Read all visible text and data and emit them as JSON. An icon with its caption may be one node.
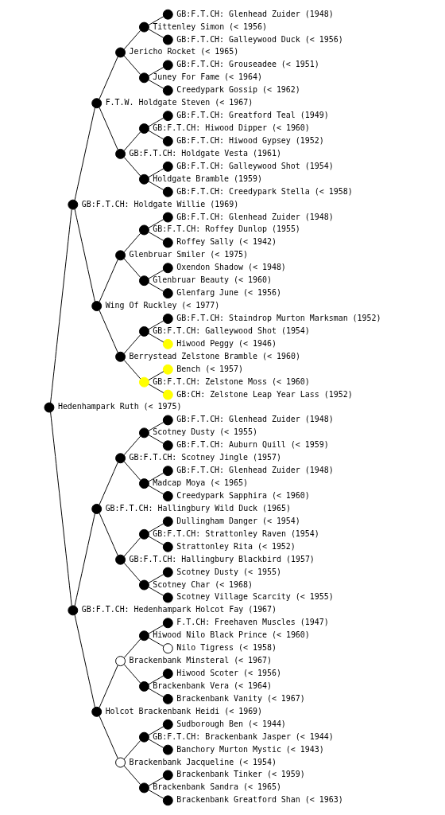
{
  "diagram": {
    "nodes": [
      {
        "text": [],
        "shape": "circle",
        "beside": [
          "GB:F.T.CH: Glenhead Zuider (1948)"
        ]
      },
      {
        "text": [],
        "shape": "circle",
        "beside": [
          "Tittenley Simon (< 1956)"
        ]
      },
      {
        "text": [],
        "shape": "circle",
        "beside": [
          "GB:F.T.CH: Galleywood Duck (< 1956)"
        ]
      },
      {
        "text": [],
        "shape": "circle",
        "beside": [
          "Jericho Rocket (< 1965)"
        ]
      },
      {
        "text": [],
        "shape": "circle",
        "beside": [
          "GB:F.T.CH: Grouseadee (< 1951)"
        ]
      },
      {
        "text": [],
        "shape": "circle",
        "beside": [
          "Juney For Fame (< 1964)"
        ]
      },
      {
        "text": [],
        "shape": "circle",
        "beside": [
          "Creedypark Gossip (< 1962)"
        ]
      },
      {
        "text": [],
        "shape": "circle",
        "beside": [
          "F.T.W. Holdgate Steven (< 1967)"
        ]
      },
      {
        "text": [],
        "shape": "circle",
        "beside": [
          "GB:F.T.CH: Greatford Teal (1949)"
        ]
      },
      {
        "text": [],
        "shape": "circle",
        "beside": [
          "GB:F.T.CH: Hiwood Dipper (< 1960)"
        ]
      },
      {
        "text": [],
        "shape": "circle",
        "beside": [
          "GB:F.T.CH: Hiwood Gypsey (1952)"
        ]
      },
      {
        "text": [],
        "shape": "circle",
        "beside": [
          "GB:F.T.CH: Holdgate Vesta (1961)"
        ]
      },
      {
        "text": [],
        "shape": "circle",
        "beside": [
          "GB:F.T.CH: Galleywood Shot (1954)"
        ]
      },
      {
        "text": [],
        "shape": "circle",
        "beside": [
          "Holdgate Bramble (1959)"
        ]
      },
      {
        "text": [],
        "shape": "circle",
        "beside": [
          "GB:F.T.CH: Creedypark Stella (< 1958)"
        ]
      },
      {
        "text": [],
        "shape": "circle",
        "beside": [
          "GB:F.T.CH: Holdgate Willie (1969)"
        ]
      },
      {
        "text": [],
        "shape": "circle",
        "beside": [
          "GB:F.T.CH: Glenhead Zuider (1948)"
        ]
      },
      {
        "text": [],
        "shape": "circle",
        "beside": [
          "GB:F.T.CH: Roffey Dunlop (1955)"
        ]
      },
      {
        "text": [],
        "shape": "circle",
        "beside": [
          "Roffey Sally (< 1942)"
        ]
      },
      {
        "text": [],
        "shape": "circle",
        "beside": [
          "Glenbruar Smiler (< 1975)"
        ]
      },
      {
        "text": [],
        "shape": "circle",
        "beside": [
          "Oxendon Shadow (< 1948)"
        ]
      },
      {
        "text": [],
        "shape": "circle",
        "beside": [
          "Glenbruar Beauty (< 1960)"
        ]
      },
      {
        "text": [],
        "shape": "circle",
        "beside": [
          "Glenfarg June (< 1956)"
        ]
      },
      {
        "text": [],
        "shape": "circle",
        "beside": [
          "Wing Of Ruckley (< 1977)"
        ]
      },
      {
        "text": [],
        "shape": "circle",
        "beside": [
          "GB:F.T.CH: Staindrop Murton Marksman (1952)"
        ]
      },
      {
        "text": [],
        "shape": "circle",
        "beside": [
          "GB:F.T.CH: Galleywood Shot (1954)"
        ]
      },
      {
        "text": [],
        "shape": "circle",
        "beside": [
          "Hiwood Peggy (< 1946)"
        ]
      },
      {
        "text": [],
        "shape": "circle",
        "beside": [
          "Berrystead Zelstone Bramble (< 1960)"
        ]
      },
      {
        "text": [],
        "shape": "circle",
        "beside": [
          "Bench (< 1957)"
        ]
      },
      {
        "text": [],
        "shape": "circle",
        "beside": [
          "GB:F.T.CH: Zelstone Moss (< 1960)"
        ]
      },
      {
        "text": [],
        "shape": "circle",
        "beside": [
          "GB:CH: Zelstone Leap Year Lass (1952)"
        ]
      },
      {
        "text": [],
        "shape": "circle",
        "beside": [
          "Hedenhampark Ruth (< 1975)"
        ]
      },
      {
        "text": [],
        "shape": "circle",
        "beside": [
          "GB:F.T.CH: Glenhead Zuider (1948)"
        ]
      },
      {
        "text": [],
        "shape": "circle",
        "beside": [
          "Scotney Dusty (< 1955)"
        ]
      },
      {
        "text": [],
        "shape": "circle",
        "beside": [
          "GB:F.T.CH: Auburn Quill (< 1959)"
        ]
      },
      {
        "text": [],
        "shape": "circle",
        "beside": [
          "GB:F.T.CH: Scotney Jingle (1957)"
        ]
      },
      {
        "text": [],
        "shape": "circle",
        "beside": [
          "GB:F.T.CH: Glenhead Zuider (1948)"
        ]
      },
      {
        "text": [],
        "shape": "circle",
        "beside": [
          "Madcap Moya (< 1965)"
        ]
      },
      {
        "text": [],
        "shape": "circle",
        "beside": [
          "Creedypark Sapphira (< 1960)"
        ]
      },
      {
        "text": [],
        "shape": "circle",
        "beside": [
          "GB:F.T.CH: Hallingbury Wild Duck (1965)"
        ]
      },
      {
        "text": [],
        "shape": "circle",
        "beside": [
          "Dullingham Danger (< 1954)"
        ]
      },
      {
        "text": [],
        "shape": "circle",
        "beside": [
          "GB:F.T.CH: Strattonley Raven (1954)"
        ]
      },
      {
        "text": [],
        "shape": "circle",
        "beside": [
          "Strattonley Rita (< 1952)"
        ]
      },
      {
        "text": [],
        "shape": "circle",
        "beside": [
          "GB:F.T.CH: Hallingbury Blackbird (1957)"
        ]
      },
      {
        "text": [],
        "shape": "circle",
        "beside": [
          "Scotney Dusty (< 1955)"
        ]
      },
      {
        "text": [],
        "shape": "circle",
        "beside": [
          "Scotney Char (< 1968)"
        ]
      },
      {
        "text": [],
        "shape": "circle",
        "beside": [
          "Scotney Village Scarcity (< 1955)"
        ]
      },
      {
        "text": [],
        "shape": "circle",
        "beside": [
          "GB:F.T.CH: Hedenhampark Holcot Fay (1967)"
        ]
      },
      {
        "text": [],
        "shape": "circle",
        "beside": [
          "F.T.CH: Freehaven Muscles (1947)"
        ]
      },
      {
        "text": [],
        "shape": "circle",
        "beside": [
          "Hiwood Nilo Black Prince (< 1960)"
        ]
      },
      {
        "text": [],
        "shape": "circle",
        "beside": [
          "Nilo Tigress (< 1958)"
        ]
      },
      {
        "text": [],
        "shape": "circle",
        "beside": [
          "Brackenbank Minsteral (< 1967)"
        ]
      },
      {
        "text": [],
        "shape": "circle",
        "beside": [
          "Hiwood Scoter (< 1956)"
        ]
      },
      {
        "text": [],
        "shape": "circle",
        "beside": [
          "Brackenbank Vera (< 1964)"
        ]
      },
      {
        "text": [],
        "shape": "circle",
        "beside": [
          "Brackenbank Vanity (< 1967)"
        ]
      },
      {
        "text": [],
        "shape": "circle",
        "beside": [
          "Holcot Brackenbank Heidi (< 1969)"
        ]
      },
      {
        "text": [],
        "shape": "circle",
        "beside": [
          "Sudborough Ben (< 1944)"
        ]
      },
      {
        "text": [],
        "shape": "circle",
        "beside": [
          "GB:F.T.CH: Brackenbank Jasper (< 1944)"
        ]
      },
      {
        "text": [],
        "shape": "circle",
        "beside": [
          "Banchory Murton Mystic (< 1943)"
        ]
      },
      {
        "text": [],
        "shape": "circle",
        "beside": [
          "Brackenbank Jacqueline (< 1954)"
        ]
      },
      {
        "text": [],
        "shape": "circle",
        "beside": [
          "Brackenbank Tinker (< 1959)"
        ]
      },
      {
        "text": [],
        "shape": "circle",
        "beside": [
          "Brackenbank Sandra (< 1965)"
        ]
      },
      {
        "text": [],
        "shape": "circle",
        "beside": [
          "Brackenbank Greatford Shan (< 1963)"
        ]
      }
    ],
    "edges": [
      {
        "from": 31,
        "to": 15,
        "arrow": "none"
      },
      {
        "from": 31,
        "to": 47,
        "arrow": "none"
      },
      {
        "from": 15,
        "to": 7,
        "arrow": "none"
      },
      {
        "from": 15,
        "to": 23,
        "arrow": "none"
      },
      {
        "from": 47,
        "to": 39,
        "arrow": "none"
      },
      {
        "from": 47,
        "to": 55,
        "arrow": "none"
      },
      {
        "from": 7,
        "to": 3,
        "arrow": "none"
      },
      {
        "from": 7,
        "to": 11,
        "arrow": "none"
      },
      {
        "from": 23,
        "to": 19,
        "arrow": "none"
      },
      {
        "from": 23,
        "to": 27,
        "arrow": "none"
      },
      {
        "from": 39,
        "to": 35,
        "arrow": "none"
      },
      {
        "from": 39,
        "to": 43,
        "arrow": "none"
      },
      {
        "from": 55,
        "to": 51,
        "arrow": "none"
      },
      {
        "from": 55,
        "to": 59,
        "arrow": "none"
      },
      {
        "from": 3,
        "to": 1,
        "arrow": "none"
      },
      {
        "from": 3,
        "to": 5,
        "arrow": "none"
      },
      {
        "from": 11,
        "to": 9,
        "arrow": "none"
      },
      {
        "from": 11,
        "to": 13,
        "arrow": "none"
      },
      {
        "from": 19,
        "to": 17,
        "arrow": "none"
      },
      {
        "from": 19,
        "to": 21,
        "arrow": "none"
      },
      {
        "from": 27,
        "to": 25,
        "arrow": "none"
      },
      {
        "from": 27,
        "to": 29,
        "arrow": "none"
      },
      {
        "from": 35,
        "to": 33,
        "arrow": "none"
      },
      {
        "from": 35,
        "to": 37,
        "arrow": "none"
      },
      {
        "from": 43,
        "to": 41,
        "arrow": "none"
      },
      {
        "from": 43,
        "to": 45,
        "arrow": "none"
      },
      {
        "from": 51,
        "to": 49,
        "arrow": "none"
      },
      {
        "from": 51,
        "to": 53,
        "arrow": "none"
      },
      {
        "from": 59,
        "to": 57,
        "arrow": "none"
      },
      {
        "from": 59,
        "to": 61,
        "arrow": "none"
      },
      {
        "from": 1,
        "to": 0,
        "arrow": "none"
      },
      {
        "from": 1,
        "to": 2,
        "arrow": "none"
      },
      {
        "from": 5,
        "to": 4,
        "arrow": "none"
      },
      {
        "from": 5,
        "to": 6,
        "arrow": "none"
      },
      {
        "from": 9,
        "to": 8,
        "arrow": "none"
      },
      {
        "from": 9,
        "to": 10,
        "arrow": "none"
      },
      {
        "from": 13,
        "to": 12,
        "arrow": "none"
      },
      {
        "from": 13,
        "to": 14,
        "arrow": "none"
      },
      {
        "from": 17,
        "to": 16,
        "arrow": "none"
      },
      {
        "from": 17,
        "to": 18,
        "arrow": "none"
      },
      {
        "from": 21,
        "to": 20,
        "arrow": "none"
      },
      {
        "from": 21,
        "to": 22,
        "arrow": "none"
      },
      {
        "from": 25,
        "to": 24,
        "arrow": "none"
      },
      {
        "from": 25,
        "to": 26,
        "arrow": "none"
      },
      {
        "from": 29,
        "to": 28,
        "arrow": "none"
      },
      {
        "from": 29,
        "to": 30,
        "arrow": "none"
      },
      {
        "from": 33,
        "to": 32,
        "arrow": "none"
      },
      {
        "from": 33,
        "to": 34,
        "arrow": "none"
      },
      {
        "from": 37,
        "to": 36,
        "arrow": "none"
      },
      {
        "from": 37,
        "to": 38,
        "arrow": "none"
      },
      {
        "from": 41,
        "to": 40,
        "arrow": "none"
      },
      {
        "from": 41,
        "to": 42,
        "arrow": "none"
      },
      {
        "from": 45,
        "to": 44,
        "arrow": "none"
      },
      {
        "from": 45,
        "to": 46,
        "arrow": "none"
      },
      {
        "from": 49,
        "to": 48,
        "arrow": "none"
      },
      {
        "from": 49,
        "to": 50,
        "arrow": "none"
      },
      {
        "from": 53,
        "to": 52,
        "arrow": "none"
      },
      {
        "from": 53,
        "to": 54,
        "arrow": "none"
      },
      {
        "from": 57,
        "to": 56,
        "arrow": "none"
      },
      {
        "from": 57,
        "to": 58,
        "arrow": "none"
      },
      {
        "from": 61,
        "to": 60,
        "arrow": "none"
      },
      {
        "from": 61,
        "to": 62,
        "arrow": "none"
      }
    ]
  }
}
